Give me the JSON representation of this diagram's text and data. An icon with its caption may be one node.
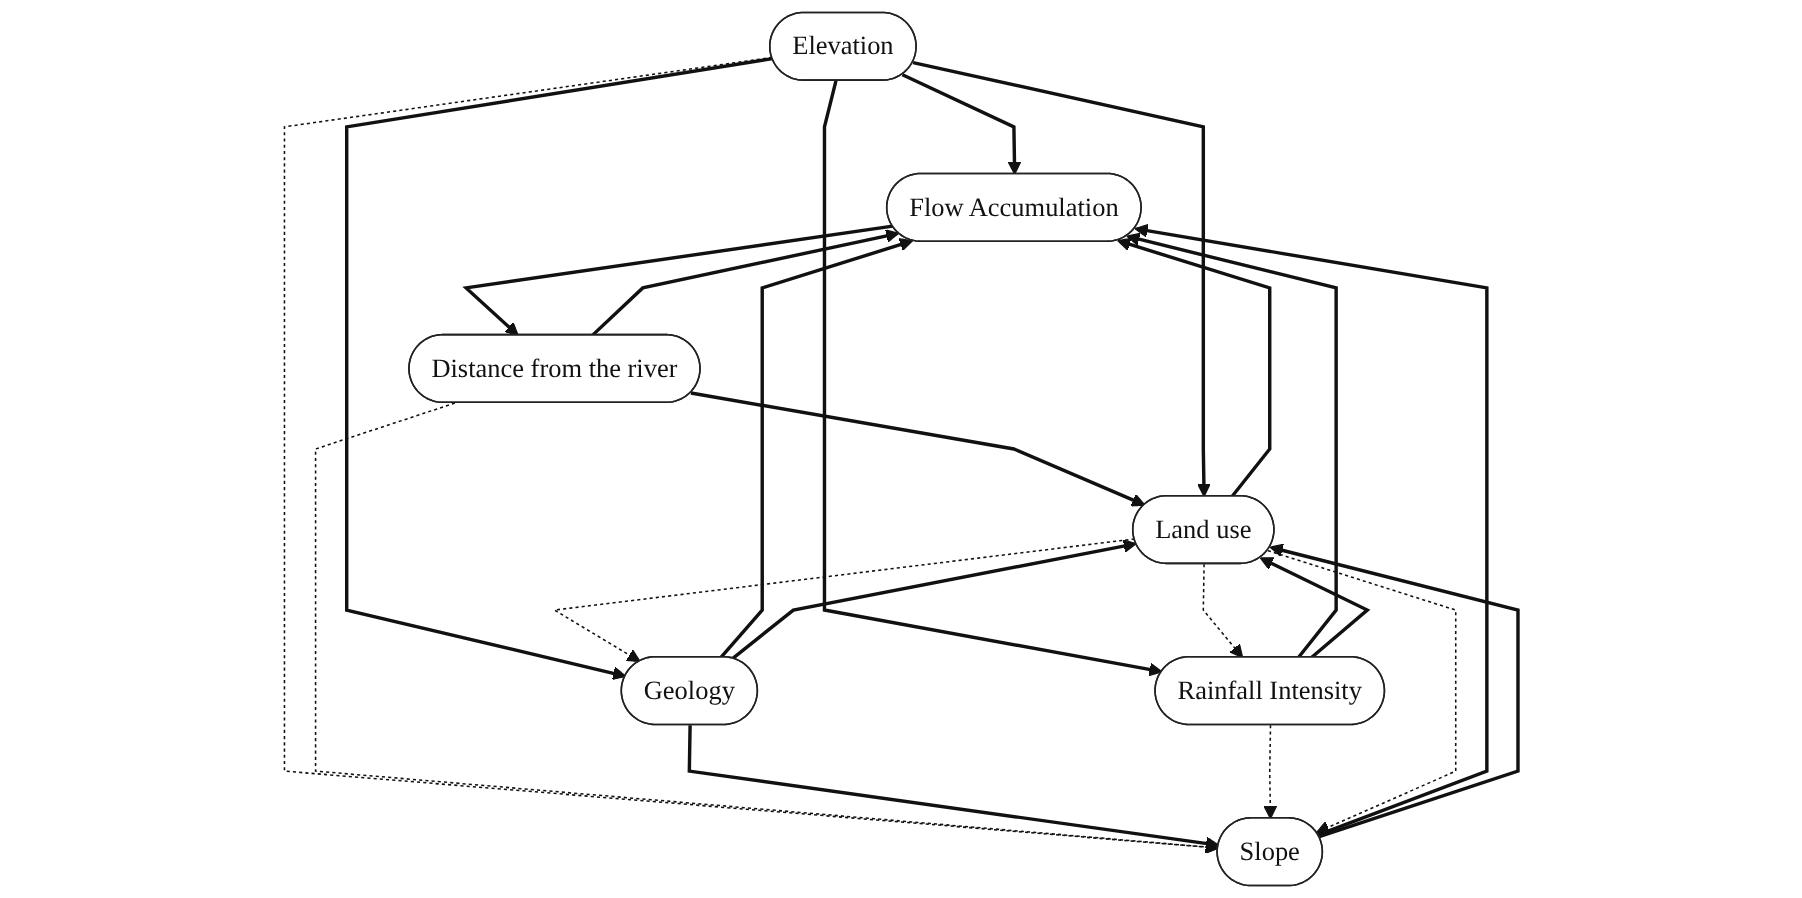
{
  "diagram": {
    "nodes": [
      {
        "text": [
          "Flow Accumulation"
        ]
      },
      {
        "text": [
          "Distance from the river"
        ]
      },
      {
        "text": [
          "Elevation"
        ]
      },
      {
        "text": [
          "Geology"
        ]
      },
      {
        "text": [
          "Rainfall Intensity"
        ]
      },
      {
        "text": [
          "Land use"
        ]
      },
      {
        "text": [
          "Slope"
        ]
      }
    ],
    "edges": [
      {
        "from": 0,
        "to": 1,
        "arrow": "to"
      },
      {
        "from": 1,
        "to": 0,
        "arrow": "to"
      },
      {
        "from": 2,
        "to": 0,
        "arrow": "to"
      },
      {
        "from": 3,
        "to": 0,
        "arrow": "to"
      },
      {
        "from": 1,
        "to": 5,
        "arrow": "to"
      },
      {
        "from": 5,
        "to": 0,
        "arrow": "to"
      },
      {
        "from": 6,
        "to": 0,
        "arrow": "to"
      },
      {
        "from": 4,
        "to": 0,
        "arrow": "to"
      },
      {
        "from": 2,
        "to": 3,
        "arrow": "to"
      },
      {
        "from": 2,
        "to": 5,
        "arrow": "to"
      },
      {
        "from": 2,
        "to": 4,
        "arrow": "to"
      },
      {
        "from": 2,
        "to": 6,
        "arrow": "to",
        "style": "dashed"
      },
      {
        "from": 1,
        "to": 6,
        "arrow": "to",
        "style": "dashed"
      },
      {
        "from": 5,
        "to": 3,
        "arrow": "to",
        "style": "dashed"
      },
      {
        "from": 3,
        "to": 5,
        "arrow": "to"
      },
      {
        "from": 3,
        "to": 6,
        "arrow": "to"
      },
      {
        "from": 4,
        "to": 5,
        "arrow": "to"
      },
      {
        "from": 5,
        "to": 4,
        "arrow": "to",
        "style": "dashed"
      },
      {
        "from": 4,
        "to": 6,
        "arrow": "to",
        "style": "dashed"
      },
      {
        "from": 5,
        "to": 6,
        "arrow": "to",
        "style": "dashed"
      },
      {
        "from": 6,
        "to": 5,
        "arrow": "to"
      }
    ]
  }
}
